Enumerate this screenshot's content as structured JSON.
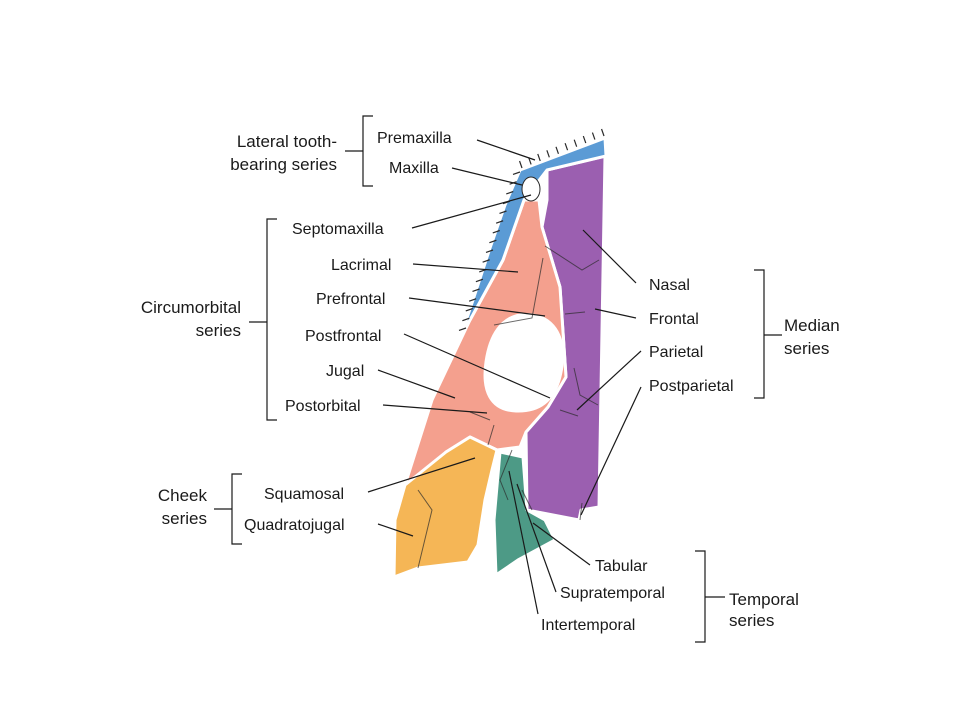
{
  "groups": {
    "lateral": [
      "Lateral tooth-",
      "bearing series"
    ],
    "circumorbital": [
      "Circumorbital",
      "series"
    ],
    "cheek": [
      "Cheek",
      "series"
    ],
    "median": [
      "Median",
      "series"
    ],
    "temporal": [
      "Temporal",
      "series"
    ]
  },
  "labels": {
    "premaxilla": "Premaxilla",
    "maxilla": "Maxilla",
    "septomaxilla": "Septomaxilla",
    "lacrimal": "Lacrimal",
    "prefrontal": "Prefrontal",
    "postfrontal": "Postfrontal",
    "jugal": "Jugal",
    "postorbital": "Postorbital",
    "squamosal": "Squamosal",
    "quadratojugal": "Quadratojugal",
    "nasal": "Nasal",
    "frontal": "Frontal",
    "parietal": "Parietal",
    "postparietal": "Postparietal",
    "tabular": "Tabular",
    "supratemporal": "Supratemporal",
    "intertemporal": "Intertemporal"
  },
  "colors": {
    "tooth_bearing": "#5b9bd5",
    "circumorbital": "#f4a08e",
    "median": "#9b5fb0",
    "cheek": "#f5b656",
    "temporal": "#4d9a86",
    "orbit": "#ffffff"
  }
}
